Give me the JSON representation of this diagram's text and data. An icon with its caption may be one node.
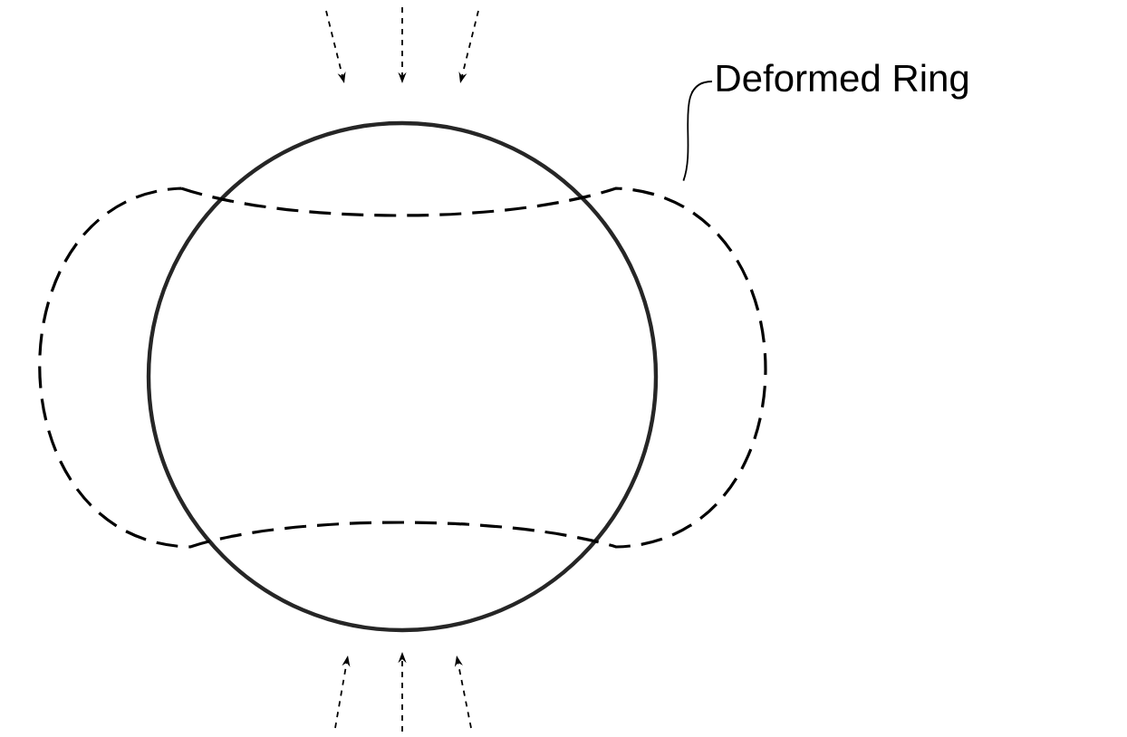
{
  "diagram": {
    "nodes": [
      {
        "text": [
          "Deformed Ring"
        ]
      },
      {
        "text": [],
        "shape": "ring"
      }
    ],
    "edges": [
      {
        "from": 0,
        "to": 1,
        "arrow": "none"
      }
    ]
  }
}
